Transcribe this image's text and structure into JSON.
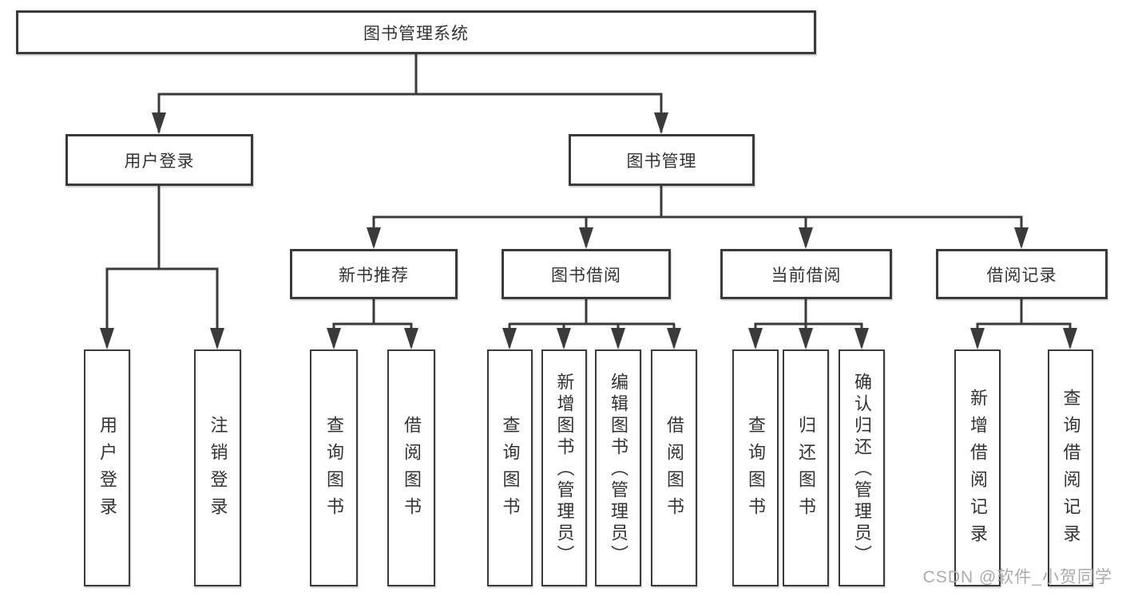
{
  "tree": {
    "root": "图书管理系统",
    "branches": [
      {
        "label": "用户登录",
        "children": [
          "用户登录",
          "注销登录"
        ]
      },
      {
        "label": "图书管理",
        "sections": [
          {
            "label": "新书推荐",
            "children": [
              "查询图书",
              "借阅图书"
            ]
          },
          {
            "label": "图书借阅",
            "children": [
              "查询图书",
              "新增图书（管理员）",
              "编辑图书（管理员）",
              "借阅图书"
            ]
          },
          {
            "label": "当前借阅",
            "children": [
              "查询图书",
              "归还图书",
              "确认归还（管理员）"
            ]
          },
          {
            "label": "借阅记录",
            "children": [
              "新增借阅记录",
              "查询借阅记录"
            ]
          }
        ]
      }
    ]
  },
  "watermark": {
    "text": "CSDN @软件_小贺同学"
  },
  "colors": {
    "line": "#3a3a3a",
    "box_border": "#3a3a3a",
    "text": "#333333",
    "watermark": "#ababab",
    "background": "#ffffff"
  }
}
